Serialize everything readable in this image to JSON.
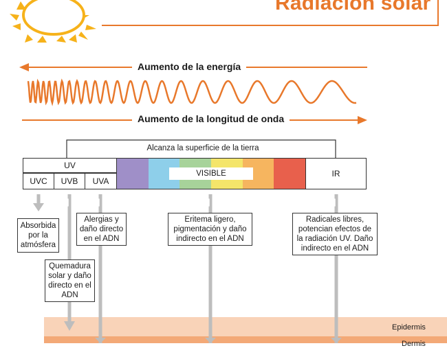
{
  "header": {
    "title": "Radiación solar"
  },
  "energy_label": "Aumento de la energía",
  "wavelength_label": "Aumento de la longitud de onda",
  "spectrum": {
    "surface_label": "Alcanza la superficie de la tierra",
    "uv_label": "UV",
    "uvc_label": "UVC",
    "uvb_label": "UVB",
    "uva_label": "UVA",
    "visible_label": "VISIBLE",
    "ir_label": "IR",
    "visible_colors": [
      "#9f8fc8",
      "#8ecfea",
      "#a7d39a",
      "#f4e56a",
      "#f6b55f",
      "#e8604c"
    ]
  },
  "effects": {
    "uvc": "Absorbida por la atmósfera",
    "uvb": "Quemadura solar y daño directo en el ADN",
    "uva": "Alergias y daño directo en el ADN",
    "visible": "Eritema ligero, pigmentación y daño indirecto en el ADN",
    "ir": "Radicales libres, potencian efectos de la radiación UV. Daño indirecto en el ADN"
  },
  "skin": {
    "epidermis_label": "Epidermis",
    "dermis_label": "Dermis",
    "colors": [
      "#f9d3b8",
      "#f3a977"
    ]
  },
  "colors": {
    "accent": "#e8782b",
    "arrow_gray": "#bdbdbd"
  }
}
